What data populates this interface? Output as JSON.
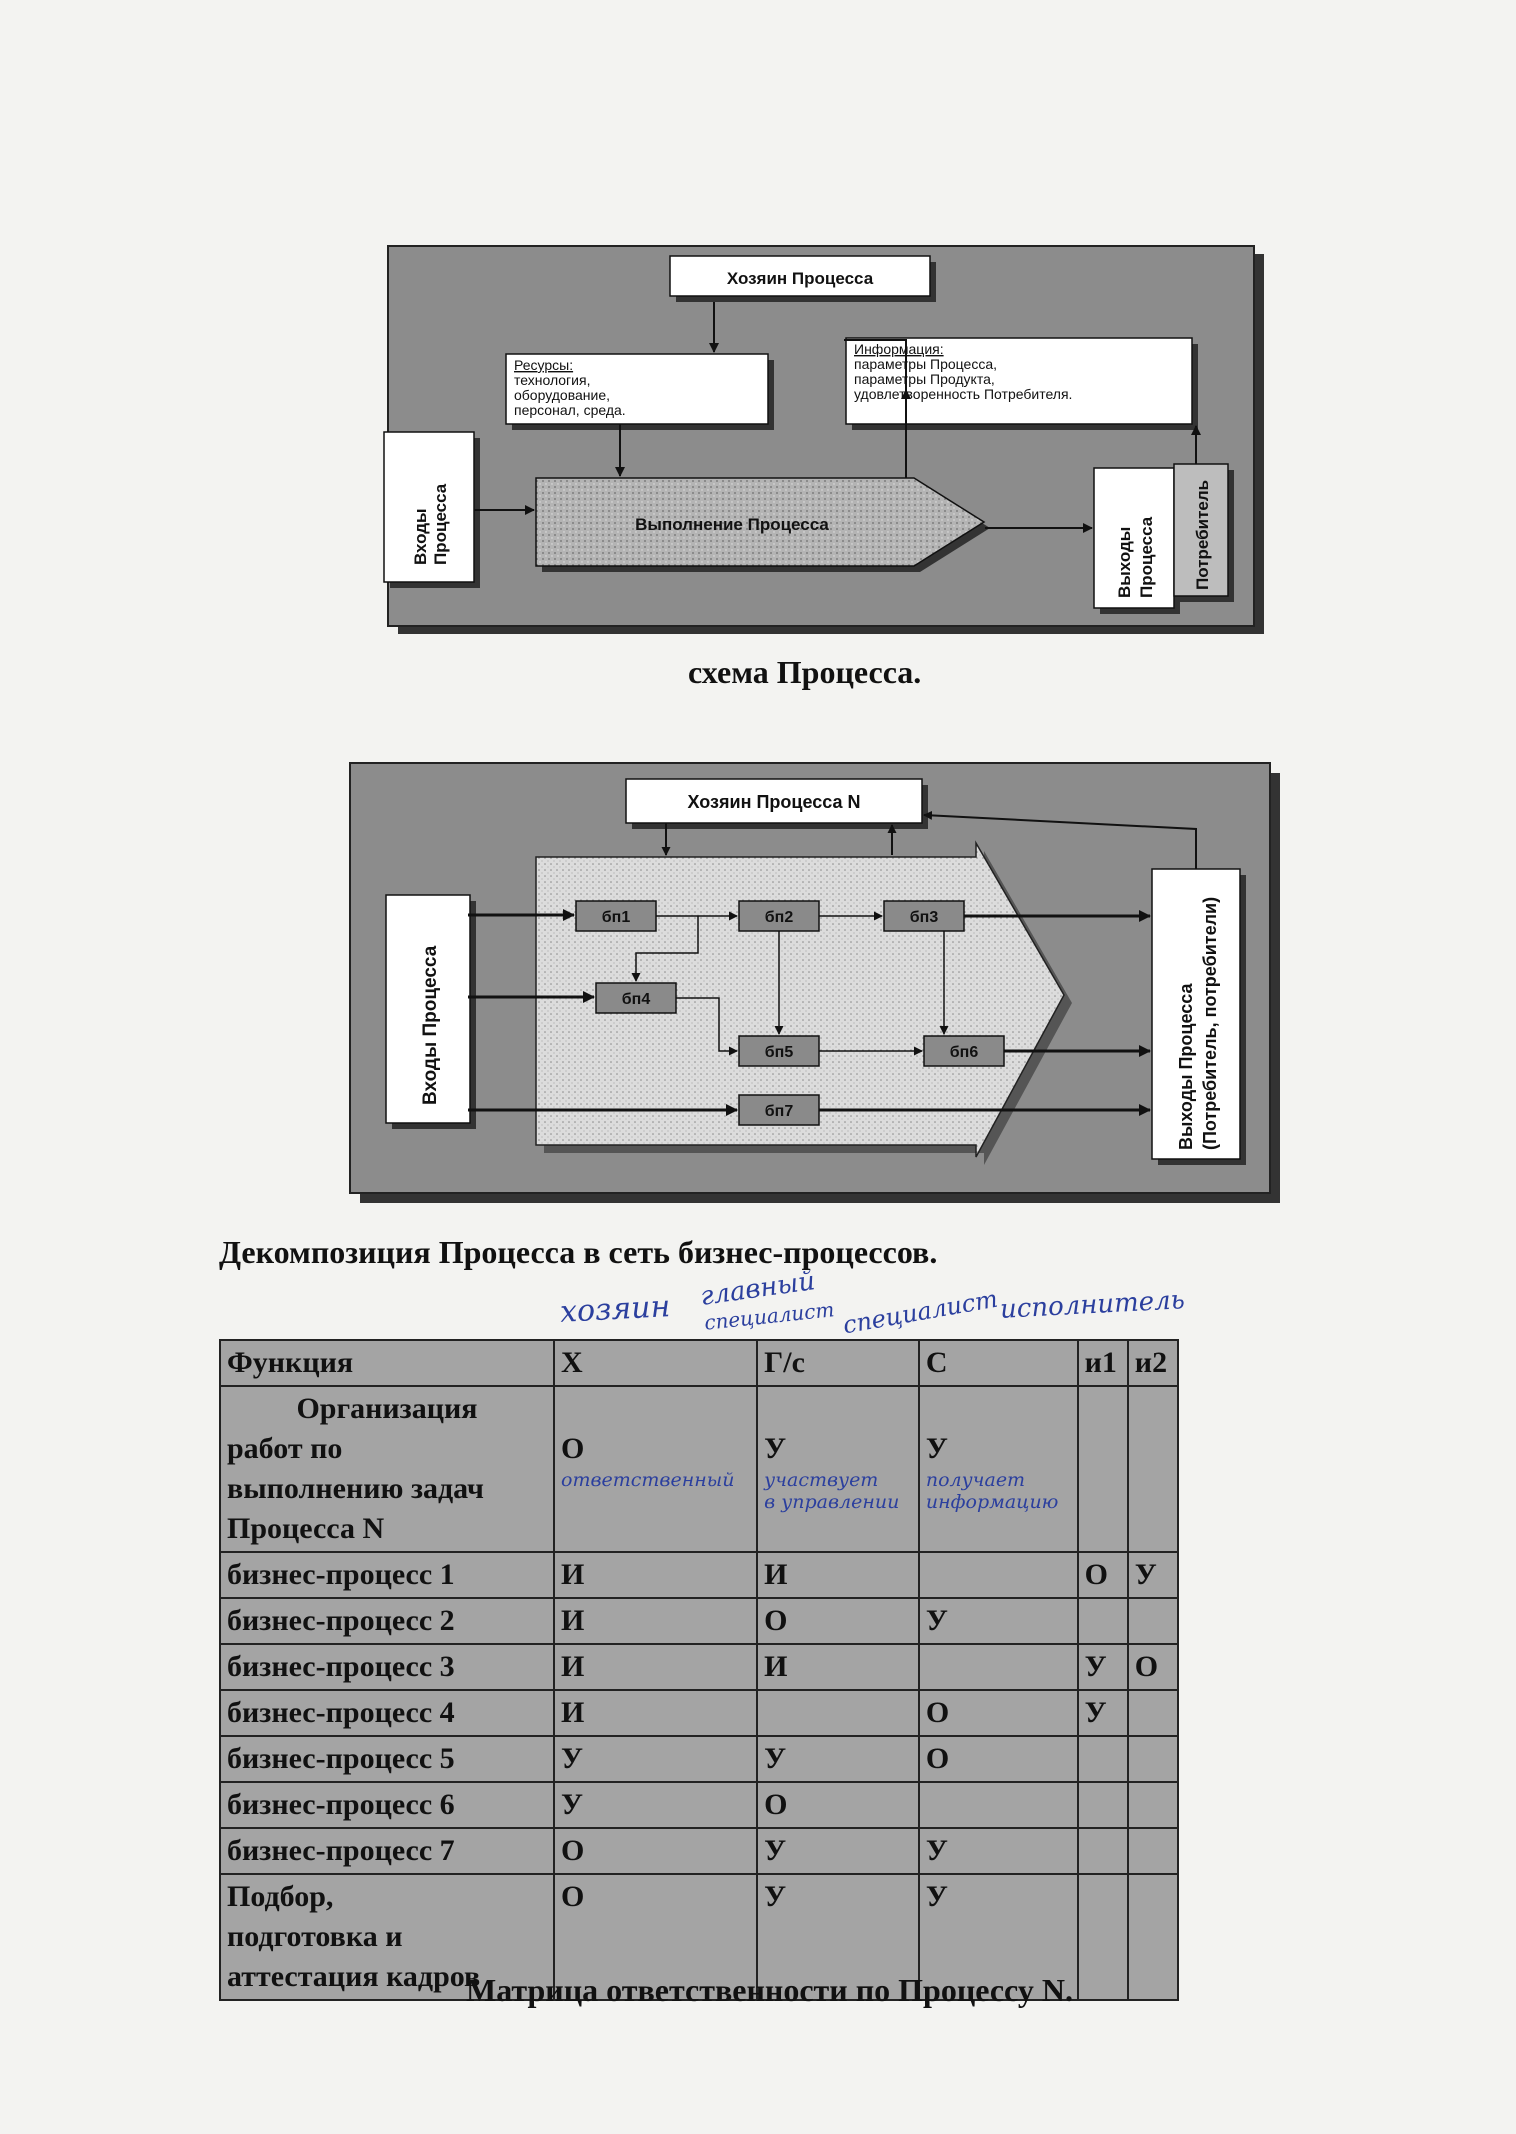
{
  "diagram1": {
    "owner": "Хозяин Процесса",
    "resources": [
      "Ресурсы:",
      "технология,",
      "оборудование,",
      "персонал, среда."
    ],
    "information": [
      "Информация:",
      "параметры Процесса,",
      "параметры Продукта,",
      "удовлетворенность Потребителя."
    ],
    "inputs": [
      "Входы",
      "Процесса"
    ],
    "process": "Выполнение Процесса",
    "outputs": [
      "Выходы",
      "Процесса"
    ],
    "consumer": "Потребитель",
    "caption": "схема Процесса."
  },
  "diagram2": {
    "owner": "Хозяин Процесса N",
    "inputs": "Входы Процесса",
    "outputs": [
      "Выходы Процесса",
      "(Потребитель, потребители)"
    ],
    "bp": [
      "бп1",
      "бп2",
      "бп3",
      "бп4",
      "бп5",
      "бп6",
      "бп7"
    ],
    "caption": "Декомпозиция Процесса в сеть бизнес-процессов."
  },
  "handwriting": {
    "owner": "хозяин",
    "chief1": "главный",
    "chief2": "специалист",
    "spec": "специалист",
    "executor": "исполнитель",
    "note1": [
      "ответственный"
    ],
    "note2": [
      "участвует",
      "в управлении"
    ],
    "note3": [
      "получает",
      "информацию"
    ]
  },
  "matrix": {
    "headers": [
      "Функция",
      "Х",
      "Г/с",
      "С",
      "и1",
      "и2"
    ],
    "rows": [
      {
        "func": [
          "Организация",
          "работ по",
          "выполнению задач",
          "Процесса N"
        ],
        "cells": [
          "О",
          "У",
          "У",
          "",
          ""
        ]
      },
      {
        "func": [
          "бизнес-процесс 1"
        ],
        "cells": [
          "И",
          "И",
          "",
          "О",
          "У"
        ]
      },
      {
        "func": [
          "бизнес-процесс 2"
        ],
        "cells": [
          "И",
          "О",
          "У",
          "",
          ""
        ]
      },
      {
        "func": [
          "бизнес-процесс 3"
        ],
        "cells": [
          "И",
          "И",
          "",
          "У",
          "О"
        ]
      },
      {
        "func": [
          "бизнес-процесс 4"
        ],
        "cells": [
          "И",
          "",
          "О",
          "У",
          ""
        ]
      },
      {
        "func": [
          "бизнес-процесс 5"
        ],
        "cells": [
          "У",
          "У",
          "О",
          "",
          ""
        ]
      },
      {
        "func": [
          "бизнес-процесс 6"
        ],
        "cells": [
          "У",
          "О",
          "",
          "",
          ""
        ]
      },
      {
        "func": [
          "бизнес-процесс 7"
        ],
        "cells": [
          "О",
          "У",
          "У",
          "",
          ""
        ]
      },
      {
        "func": [
          "Подбор,",
          "подготовка и",
          "аттестация кадров"
        ],
        "cells": [
          "О",
          "У",
          "У",
          "",
          ""
        ]
      }
    ],
    "caption": "Матрица ответственности по Процессу N."
  },
  "colors": {
    "paper": "#f3f3f1",
    "diagram_bg": "#8c8c8c",
    "box_fill": "#a0a0a0",
    "ink": "#2b3f9e"
  }
}
